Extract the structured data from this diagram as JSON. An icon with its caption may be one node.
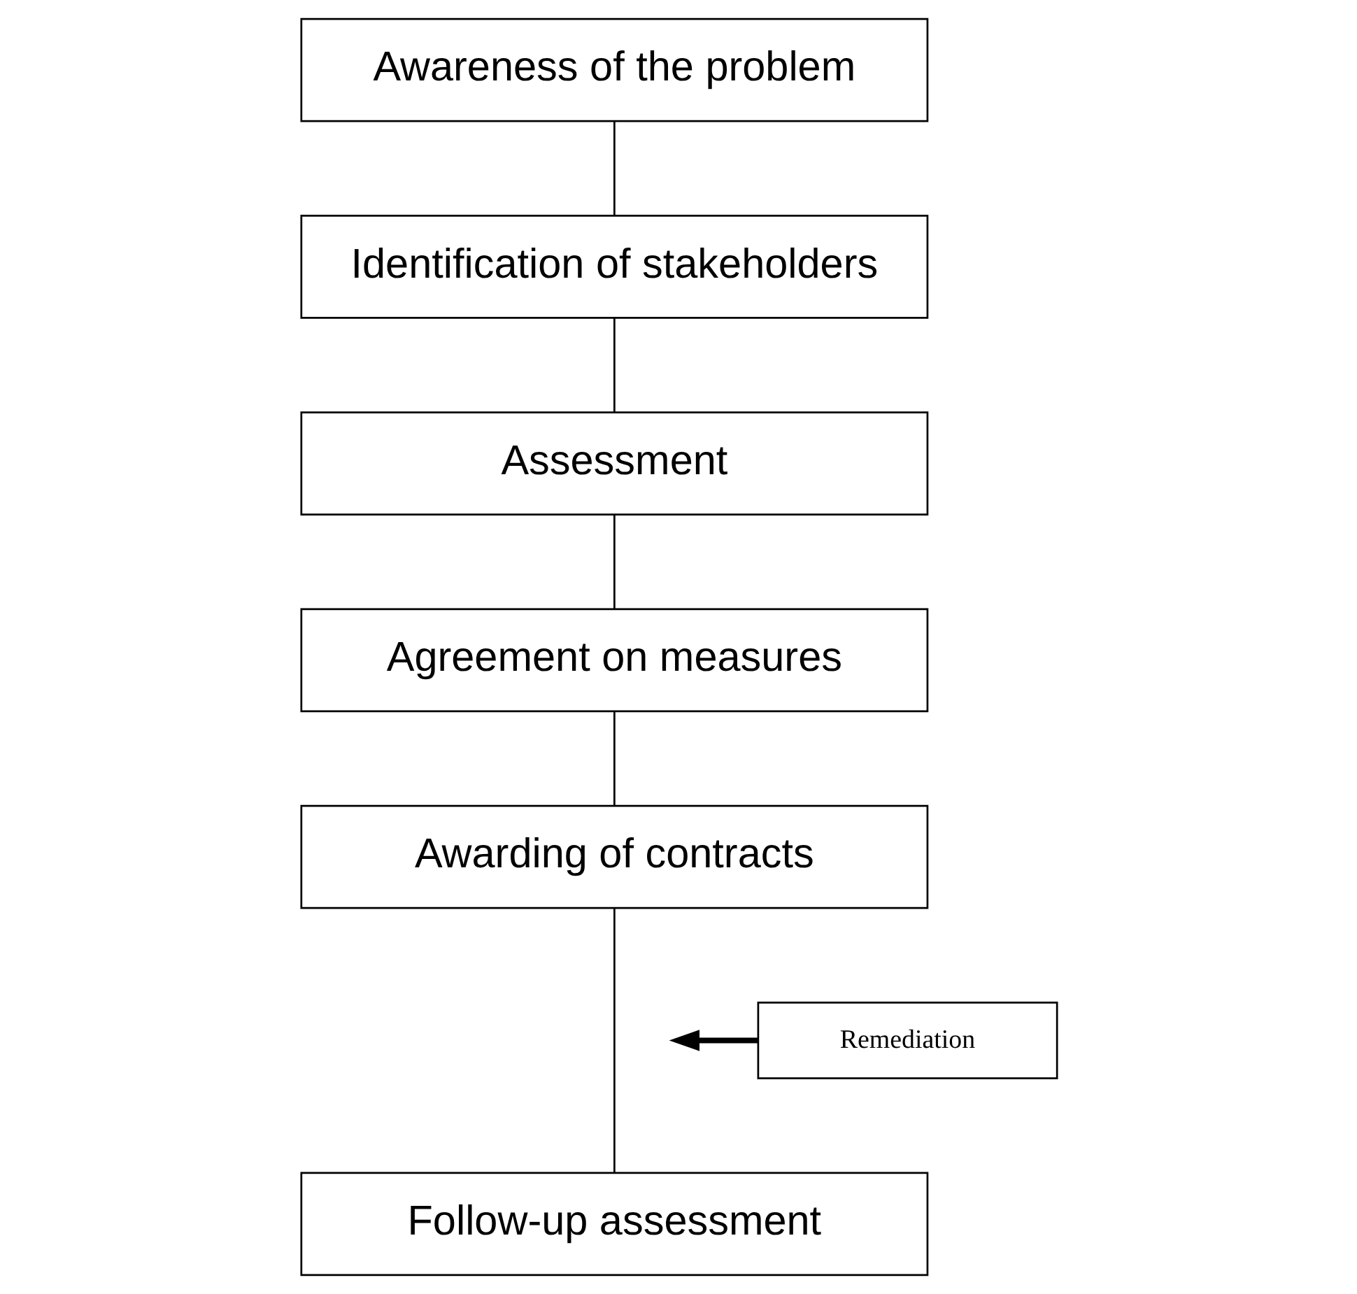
{
  "diagram": {
    "nodes": [
      {
        "text": [
          "Awareness of the problem"
        ]
      },
      {
        "text": [
          "Identification of stakeholders"
        ]
      },
      {
        "text": [
          "Assessment"
        ]
      },
      {
        "text": [
          "Agreement on measures"
        ]
      },
      {
        "text": [
          "Awarding of contracts"
        ]
      },
      {
        "text": [
          "Follow-up assessment"
        ]
      },
      {
        "text": [
          "Remediation"
        ]
      }
    ],
    "edges": [
      {
        "from": 0,
        "to": 1,
        "arrow": "none"
      },
      {
        "from": 1,
        "to": 2,
        "arrow": "none"
      },
      {
        "from": 2,
        "to": 3,
        "arrow": "none"
      },
      {
        "from": 3,
        "to": 4,
        "arrow": "none"
      },
      {
        "from": 4,
        "to": 5,
        "arrow": "none"
      },
      {
        "from": 6,
        "to": null,
        "arrow": "to",
        "style": "thick"
      }
    ]
  }
}
